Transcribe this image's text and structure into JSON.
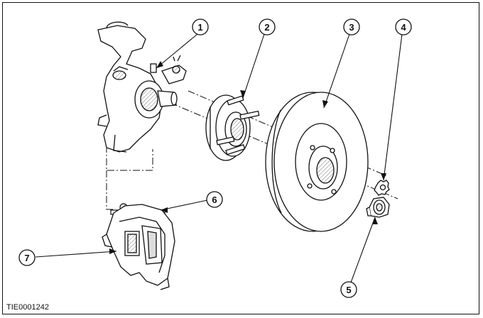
{
  "figure": {
    "reference_code": "TIE0001242"
  },
  "callouts": [
    {
      "id": "1",
      "label": "1"
    },
    {
      "id": "2",
      "label": "2"
    },
    {
      "id": "3",
      "label": "3"
    },
    {
      "id": "4",
      "label": "4"
    },
    {
      "id": "5",
      "label": "5"
    },
    {
      "id": "6",
      "label": "6"
    },
    {
      "id": "7",
      "label": "7"
    }
  ],
  "parts": [
    {
      "callout": "1",
      "icon": "steering-knuckle-icon"
    },
    {
      "callout": "2",
      "icon": "wheel-hub-icon"
    },
    {
      "callout": "3",
      "icon": "brake-disc-icon"
    },
    {
      "callout": "4",
      "icon": "lock-washer-icon"
    },
    {
      "callout": "5",
      "icon": "hub-nut-icon"
    },
    {
      "callout": "6",
      "icon": "caliper-bolt-icon"
    },
    {
      "callout": "7",
      "icon": "brake-caliper-icon"
    }
  ],
  "colors": {
    "line": "#111111",
    "fill": "#ffffff",
    "shade": "#cfcfcf"
  }
}
